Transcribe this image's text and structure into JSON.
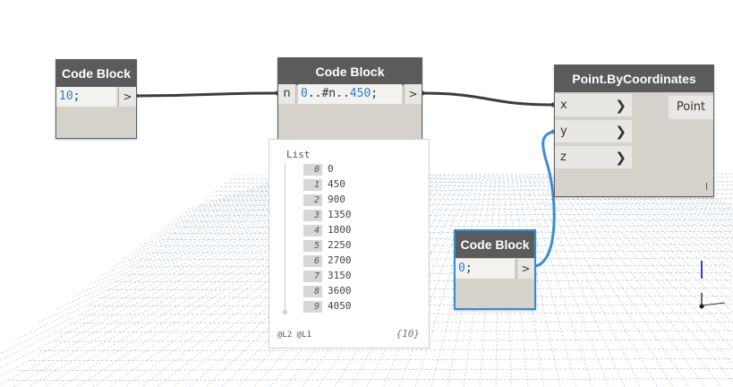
{
  "nodes": {
    "code_block_1": {
      "title": "Code Block",
      "value": "10",
      "terminator": ";",
      "out_port": ">"
    },
    "code_block_2": {
      "title": "Code Block",
      "in_port": "n",
      "code_start": "0",
      "code_mid": "..#n..",
      "code_end": "450",
      "terminator": ";",
      "out_port": ">"
    },
    "code_block_3": {
      "title": "Code Block",
      "value": "0",
      "terminator": ";",
      "out_port": ">"
    },
    "point_by_coordinates": {
      "title": "Point.ByCoordinates",
      "inputs": [
        "x",
        "y",
        "z"
      ],
      "output": "Point",
      "lacing": "l"
    }
  },
  "preview": {
    "list_label": "List",
    "items": [
      {
        "index": "0",
        "value": "0"
      },
      {
        "index": "1",
        "value": "450"
      },
      {
        "index": "2",
        "value": "900"
      },
      {
        "index": "3",
        "value": "1350"
      },
      {
        "index": "4",
        "value": "1800"
      },
      {
        "index": "5",
        "value": "2250"
      },
      {
        "index": "6",
        "value": "2700"
      },
      {
        "index": "7",
        "value": "3150"
      },
      {
        "index": "8",
        "value": "3600"
      },
      {
        "index": "9",
        "value": "4050"
      }
    ],
    "levels": "@L2 @L1",
    "count": "{10}"
  },
  "colors": {
    "node_header": "#5b5b5b",
    "node_body": "#d5d1cb",
    "selected_border": "#2f8fd4",
    "wire": "#3d3d3d",
    "wire_selected": "#3a8ed4",
    "number_literal": "#2f7fd0",
    "grid_line": "#a9bccc"
  }
}
